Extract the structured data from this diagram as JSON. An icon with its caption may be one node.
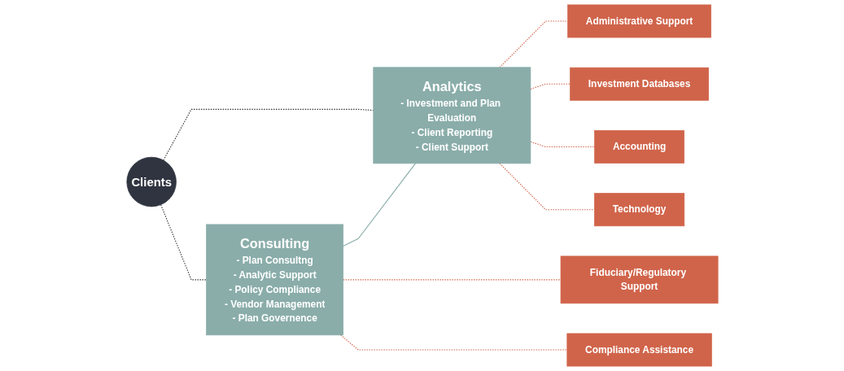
{
  "diagram": {
    "nodes": [
      {
        "text": [
          "Clients"
        ]
      },
      {
        "text": [
          "Consulting",
          "- Plan Consultng",
          "- Analytic Support",
          "- Policy Compliance",
          "- Vendor Management",
          "- Plan Governence"
        ]
      },
      {
        "text": [
          "Analytics",
          "- Investment and Plan Evaluation",
          "- Client Reporting",
          "- Client Support"
        ]
      },
      {
        "text": [
          "Fiduciary/Regulatory Support"
        ]
      },
      {
        "text": [
          "Compliance Assistance"
        ]
      },
      {
        "text": [
          "Administrative Support"
        ]
      },
      {
        "text": [
          "Investment Databases"
        ]
      },
      {
        "text": [
          "Accounting"
        ]
      },
      {
        "text": [
          "Technology"
        ]
      }
    ],
    "edges": [
      {
        "from": 0,
        "to": 1,
        "arrow": "none",
        "style": "dashed",
        "color": "#333333"
      },
      {
        "from": 0,
        "to": 2,
        "arrow": "none",
        "style": "dashed",
        "color": "#333333"
      },
      {
        "from": 1,
        "to": 2,
        "arrow": "none",
        "color": "#8aadaa"
      },
      {
        "from": 1,
        "to": 3,
        "arrow": "none",
        "style": "dashed"
      },
      {
        "from": 1,
        "to": 4,
        "arrow": "none",
        "style": "dashed"
      },
      {
        "from": 2,
        "to": 5,
        "arrow": "none",
        "style": "dashed"
      },
      {
        "from": 2,
        "to": 6,
        "arrow": "none",
        "style": "dashed"
      },
      {
        "from": 2,
        "to": 7,
        "arrow": "none",
        "style": "dashed"
      },
      {
        "from": 2,
        "to": 8,
        "arrow": "none",
        "style": "dashed"
      }
    ]
  }
}
